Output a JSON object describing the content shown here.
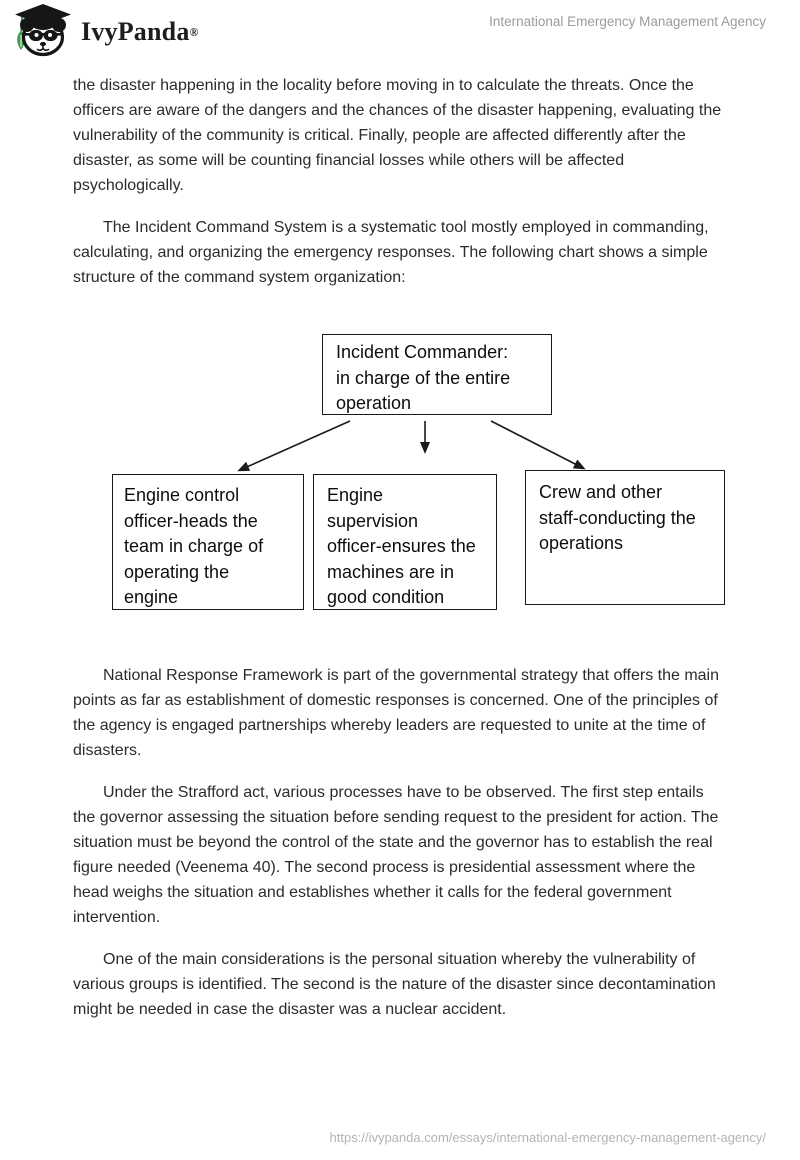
{
  "header": {
    "brand": "IvyPanda",
    "brand_mark": "®",
    "document_title": "International Emergency Management Agency"
  },
  "paragraphs": [
    {
      "text": "the disaster happening in the locality before moving in to calculate the threats. Once the officers are aware of the dangers and the chances of the disaster happening, evaluating the vulnerability of the community is critical. Finally, people are affected differently after the disaster, as some will be counting financial losses while others will be affected psychologically."
    },
    {
      "text": "The Incident Command System is a systematic tool mostly employed in commanding, calculating, and organizing the emergency responses. The following chart shows a simple structure of the command system organization:"
    },
    {
      "text": "National Response Framework is part of the governmental strategy that offers the main points as far as establishment of domestic responses is concerned. One of the principles of the agency is engaged partnerships whereby leaders are requested to unite at the time of disasters."
    },
    {
      "text": "Under the Strafford act, various processes have to be observed. The first step entails the governor assessing the situation before sending request to the president for action. The situation must be beyond the control of the state and the governor has to establish the real figure needed (Veenema 40). The second process is presidential assessment where the head weighs the situation and establishes whether it calls for the federal government intervention."
    },
    {
      "text": "One of the main considerations is the personal situation whereby the vulnerability of various groups is identified. The second is the nature of the disaster since decontamination might be needed in case the disaster was a nuclear accident."
    }
  ],
  "diagram": {
    "type": "org-chart",
    "root": {
      "label": "Incident Commander:\nin charge of the entire\noperation"
    },
    "children": [
      {
        "label": "Engine control\nofficer-heads the\nteam in charge of\noperating the\nengine"
      },
      {
        "label": "Engine\nsupervision\nofficer-ensures the\nmachines are in\ngood condition"
      },
      {
        "label": "Crew and other\nstaff-conducting the\noperations"
      }
    ]
  },
  "footer": {
    "url": "https://ivypanda.com/essays/international-emergency-management-agency/"
  },
  "colors": {
    "brand_green": "#3d9a4e",
    "brand_ink": "#1d1d1d",
    "body_text": "#2b2b2b",
    "header_muted": "#9b9b9b",
    "footer_muted": "#b3b3b3",
    "diagram_border": "#1a1a1a",
    "background": "#ffffff"
  }
}
